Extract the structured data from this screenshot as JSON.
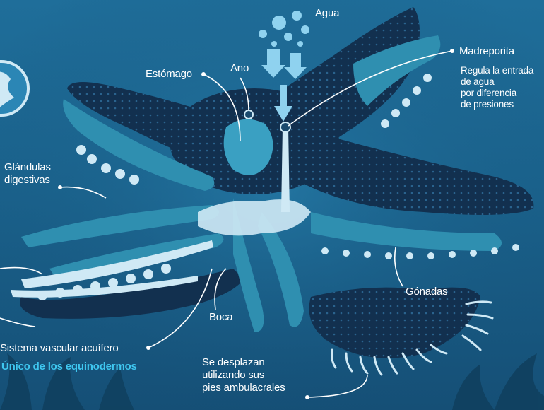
{
  "labels": {
    "agua": "Agua",
    "madreporita": "Madreporita",
    "madreporita_desc": [
      "Regula la entrada",
      "de agua",
      "por diferencia",
      "de presiones"
    ],
    "estomago": "Estómago",
    "ano": "Ano",
    "glandulas": [
      "Glándulas",
      "digestivas"
    ],
    "boca": "Boca",
    "gonadas": "Gónadas",
    "sistema": "Sistema vascular acuífero",
    "unico": "Único de los equinodermos",
    "desplazan": [
      "Se desplazan",
      "utilizando sus",
      "pies ambulacrales"
    ]
  },
  "colors": {
    "background": "#1a628c",
    "star_dark": "#12304f",
    "arm_teal": "#2f8fb0",
    "pale": "#cfe9f5",
    "accent": "#3fc7f0"
  }
}
